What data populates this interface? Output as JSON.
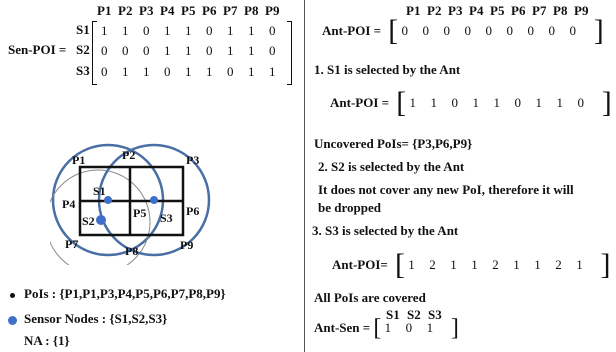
{
  "left": {
    "sen_poi_label": "Sen-POI =",
    "columns": [
      "P1",
      "P2",
      "P3",
      "P4",
      "P5",
      "P6",
      "P7",
      "P8",
      "P9"
    ],
    "rows": [
      {
        "label": "S1",
        "values": [
          "1",
          "1",
          "0",
          "1",
          "1",
          "0",
          "1",
          "1",
          "0"
        ]
      },
      {
        "label": "S2",
        "values": [
          "0",
          "0",
          "0",
          "1",
          "1",
          "0",
          "1",
          "1",
          "0"
        ]
      },
      {
        "label": "S3",
        "values": [
          "0",
          "1",
          "1",
          "0",
          "1",
          "1",
          "0",
          "1",
          "1"
        ]
      }
    ],
    "diagram_points": [
      "P1",
      "P2",
      "P3",
      "P4",
      "P5",
      "P6",
      "P7",
      "P8",
      "P9"
    ],
    "diagram_sensors": [
      "S1",
      "S2",
      "S3"
    ],
    "legend": {
      "pois": "PoIs : {P1,P1,P3,P4,P5,P6,P7,P8,P9}",
      "sensors": "Sensor Nodes : {S1,S2,S3}",
      "na": "NA : {1}"
    },
    "colors": {
      "sensor": "#3f6fc9",
      "circle": "#4a6fa5"
    }
  },
  "right": {
    "columns": [
      "P1",
      "P2",
      "P3",
      "P4",
      "P5",
      "P6",
      "P7",
      "P8",
      "P9"
    ],
    "ant_poi_label": "Ant-POI =",
    "ant_poi_initial": [
      "0",
      "0",
      "0",
      "0",
      "0",
      "0",
      "0",
      "0",
      "0"
    ],
    "step1": "1. S1 is selected by the Ant",
    "ant_poi_label2": "Ant-POI =",
    "ant_poi_step1": [
      "1",
      "1",
      "0",
      "1",
      "1",
      "0",
      "1",
      "1",
      "0"
    ],
    "uncovered": "Uncovered PoIs= {P3,P6,P9}",
    "step2": "2. S2 is selected by the Ant",
    "step2_note_1": "It does not cover any new PoI, therefore it will",
    "step2_note_2": "be dropped",
    "step3": "3. S3 is selected by the Ant",
    "ant_poi_label3": "Ant-POI=",
    "ant_poi_step3": [
      "1",
      "2",
      "1",
      "1",
      "2",
      "1",
      "1",
      "2",
      "1"
    ],
    "all_covered": "All PoIs are covered",
    "ant_sen_label": "Ant-Sen =",
    "ant_sen_columns": [
      "S1",
      "S2",
      "S3"
    ],
    "ant_sen_values": [
      "1",
      "0",
      "1"
    ]
  }
}
